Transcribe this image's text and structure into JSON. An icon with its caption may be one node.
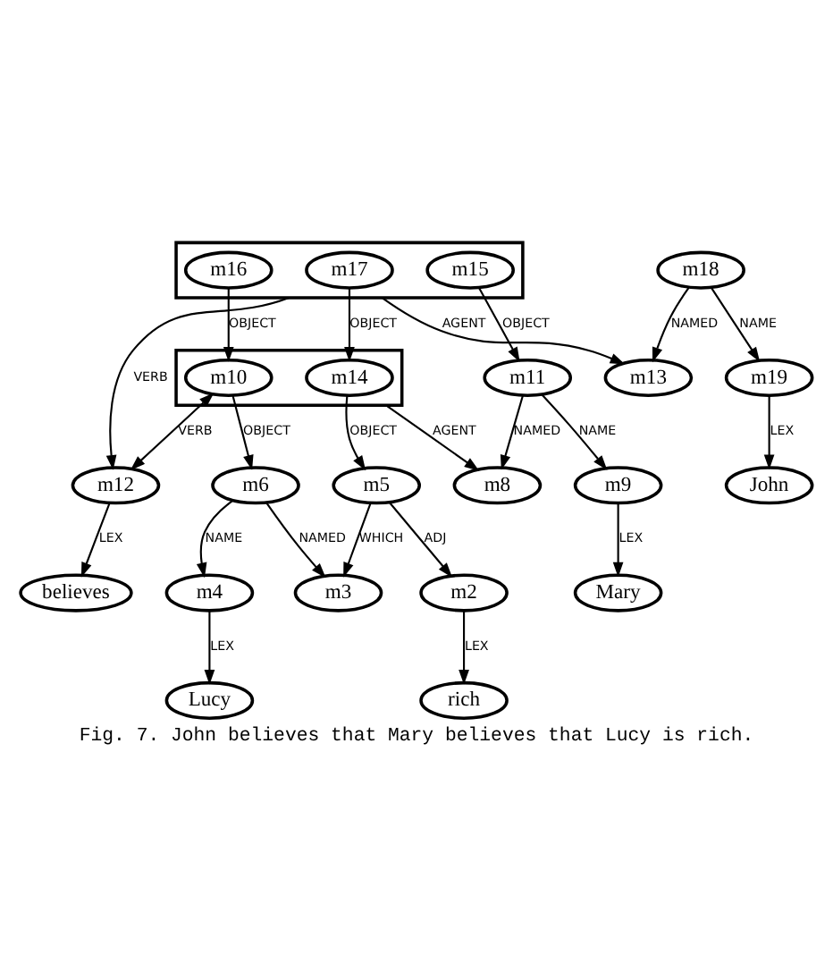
{
  "diagram": {
    "caption": "Fig. 7. John believes that Mary believes that Lucy is rich.",
    "nodes": [
      {
        "text": [],
        "shape": "box"
      },
      {
        "text": [
          "m17"
        ],
        "in": 0
      },
      {
        "text": [
          "m16"
        ],
        "in": 0
      },
      {
        "text": [
          "m15"
        ],
        "in": 0
      },
      {
        "text": [
          "m18"
        ]
      },
      {
        "text": [],
        "shape": "box"
      },
      {
        "text": [
          "m14"
        ],
        "in": 5
      },
      {
        "text": [
          "m10"
        ],
        "in": 5
      },
      {
        "text": [
          "m19"
        ]
      },
      {
        "text": [
          "m13"
        ]
      },
      {
        "text": [
          "m12"
        ]
      },
      {
        "text": [
          "m11"
        ]
      },
      {
        "text": [
          "m9"
        ]
      },
      {
        "text": [
          "m8"
        ]
      },
      {
        "text": [
          "m6"
        ]
      },
      {
        "text": [
          "m5"
        ]
      },
      {
        "text": [
          "m4"
        ]
      },
      {
        "text": [
          "m3"
        ]
      },
      {
        "text": [
          "m2"
        ]
      },
      {
        "text": [
          "John"
        ]
      },
      {
        "text": [
          "believes"
        ]
      },
      {
        "text": [
          "Mary"
        ]
      },
      {
        "text": [
          "Lucy"
        ]
      },
      {
        "text": [
          "rich"
        ]
      }
    ],
    "edges": [
      {
        "from": 1,
        "to": 6,
        "arrow": "to",
        "label": "OBJECT"
      },
      {
        "from": 2,
        "to": 7,
        "arrow": "to",
        "label": "OBJECT"
      },
      {
        "from": 3,
        "to": 11,
        "arrow": "to",
        "label": "OBJECT"
      },
      {
        "from": 0,
        "to": 9,
        "arrow": "to",
        "label": "AGENT"
      },
      {
        "from": 0,
        "to": 10,
        "arrow": "to",
        "label": "VERB"
      },
      {
        "from": 4,
        "to": 8,
        "arrow": "to",
        "label": "NAME"
      },
      {
        "from": 4,
        "to": 9,
        "arrow": "to",
        "label": "NAMED"
      },
      {
        "from": 7,
        "to": 10,
        "arrow": "both",
        "label": "VERB"
      },
      {
        "from": 5,
        "to": 13,
        "arrow": "to",
        "label": "AGENT"
      },
      {
        "from": 7,
        "to": 14,
        "arrow": "to",
        "label": "OBJECT"
      },
      {
        "from": 6,
        "to": 15,
        "arrow": "to",
        "label": "OBJECT"
      },
      {
        "from": 11,
        "to": 12,
        "arrow": "to",
        "label": "NAME"
      },
      {
        "from": 11,
        "to": 13,
        "arrow": "to",
        "label": "NAMED"
      },
      {
        "from": 14,
        "to": 16,
        "arrow": "to",
        "label": "NAME"
      },
      {
        "from": 14,
        "to": 17,
        "arrow": "to",
        "label": "NAMED"
      },
      {
        "from": 15,
        "to": 17,
        "arrow": "to",
        "label": "WHICH"
      },
      {
        "from": 15,
        "to": 18,
        "arrow": "to",
        "label": "ADJ"
      },
      {
        "from": 8,
        "to": 19,
        "arrow": "to",
        "label": "LEX"
      },
      {
        "from": 10,
        "to": 20,
        "arrow": "to",
        "label": "LEX"
      },
      {
        "from": 12,
        "to": 21,
        "arrow": "to",
        "label": "LEX"
      },
      {
        "from": 16,
        "to": 22,
        "arrow": "to",
        "label": "LEX"
      },
      {
        "from": 18,
        "to": 23,
        "arrow": "to",
        "label": "LEX"
      }
    ]
  }
}
